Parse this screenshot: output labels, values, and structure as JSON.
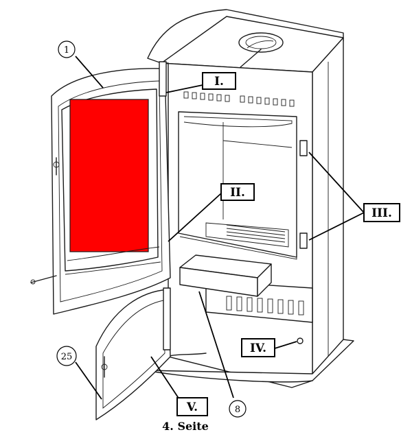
{
  "callouts": {
    "c1": "1",
    "c8": "8",
    "c25": "25",
    "roman_i": "I.",
    "roman_ii": "II.",
    "roman_iii": "III.",
    "roman_iv": "IV.",
    "roman_v": "V."
  },
  "caption": "4. Seite",
  "colors": {
    "glass": "#ff0000",
    "line": "#1a1a1a",
    "background": "#ffffff"
  }
}
